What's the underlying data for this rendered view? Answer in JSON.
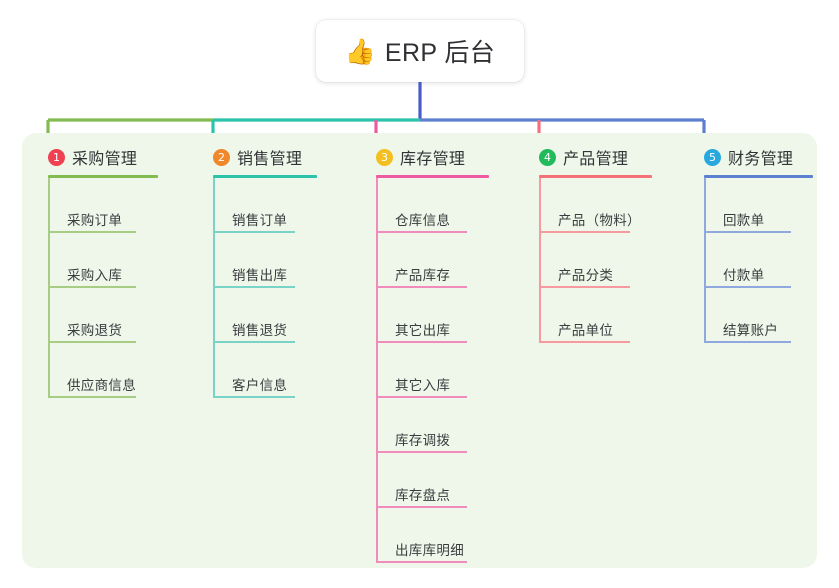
{
  "root": {
    "icon": "thumbs-up-icon",
    "emoji": "👍",
    "label": "ERP 后台"
  },
  "palette": {
    "panel_bg": "#eef7e9",
    "page_bg": "#ffffff",
    "root_stem": "#4a5cc4",
    "text": "#333438"
  },
  "branches": [
    {
      "number": "1",
      "title": "采购管理",
      "badge_color": "#ef4152",
      "line_color": "#82bb4f",
      "leaf_line_color": "#a6cd83",
      "items": [
        {
          "label": "采购订单"
        },
        {
          "label": "采购入库"
        },
        {
          "label": "采购退货"
        },
        {
          "label": "供应商信息"
        }
      ]
    },
    {
      "number": "2",
      "title": "销售管理",
      "badge_color": "#f0872a",
      "line_color": "#2bc4ab",
      "leaf_line_color": "#79d3c6",
      "items": [
        {
          "label": "销售订单"
        },
        {
          "label": "销售出库"
        },
        {
          "label": "销售退货"
        },
        {
          "label": "客户信息"
        }
      ]
    },
    {
      "number": "3",
      "title": "库存管理",
      "badge_color": "#f4bf20",
      "line_color": "#ee5ba0",
      "leaf_line_color": "#f08cbb",
      "items": [
        {
          "label": "仓库信息"
        },
        {
          "label": "产品库存"
        },
        {
          "label": "其它出库"
        },
        {
          "label": "其它入库"
        },
        {
          "label": "库存调拨"
        },
        {
          "label": "库存盘点"
        },
        {
          "label": "出库库明细"
        }
      ]
    },
    {
      "number": "4",
      "title": "产品管理",
      "badge_color": "#21bb5c",
      "line_color": "#f6707a",
      "leaf_line_color": "#f79a9f",
      "items": [
        {
          "label": "产品（物料）"
        },
        {
          "label": "产品分类"
        },
        {
          "label": "产品单位"
        }
      ]
    },
    {
      "number": "5",
      "title": "财务管理",
      "badge_color": "#29a8e0",
      "line_color": "#5d7fd0",
      "leaf_line_color": "#8fa8dd",
      "items": [
        {
          "label": "回款单"
        },
        {
          "label": "付款单"
        },
        {
          "label": "结算账户"
        }
      ]
    }
  ],
  "layout": {
    "branch_x": [
      36,
      201,
      364,
      527,
      692
    ],
    "branch_width": [
      118,
      112,
      112,
      116,
      110
    ],
    "head_rule_width": [
      110,
      104,
      113,
      113,
      109
    ]
  }
}
